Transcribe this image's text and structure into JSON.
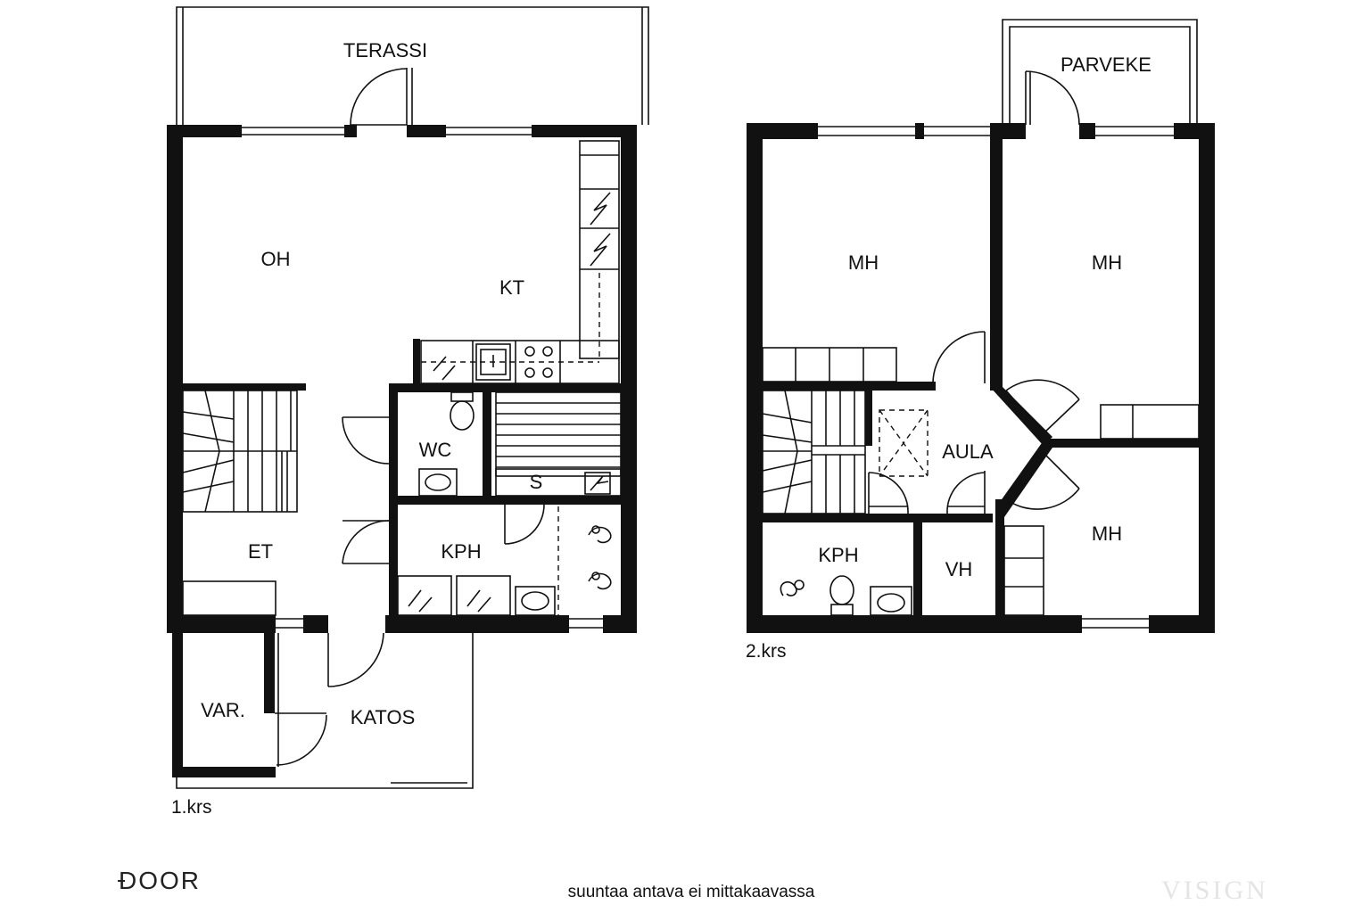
{
  "floor1": {
    "title": "1.krs",
    "rooms": {
      "terrace": "TERASSI",
      "living": "OH",
      "kitchen": "KT",
      "entrance": "ET",
      "toilet": "WC",
      "sauna": "S",
      "bathroom": "KPH",
      "storage": "VAR.",
      "canopy": "KATOS"
    }
  },
  "floor2": {
    "title": "2.krs",
    "rooms": {
      "balcony": "PARVEKE",
      "bedroom_left": "MH",
      "bedroom_right": "MH",
      "bedroom_lower": "MH",
      "hall": "AULA",
      "bathroom": "KPH",
      "closet": "VH"
    }
  },
  "footer": {
    "logo": "DOOR",
    "note": "suuntaa antava ei mittakaavassa",
    "watermark": "VISIGN"
  }
}
